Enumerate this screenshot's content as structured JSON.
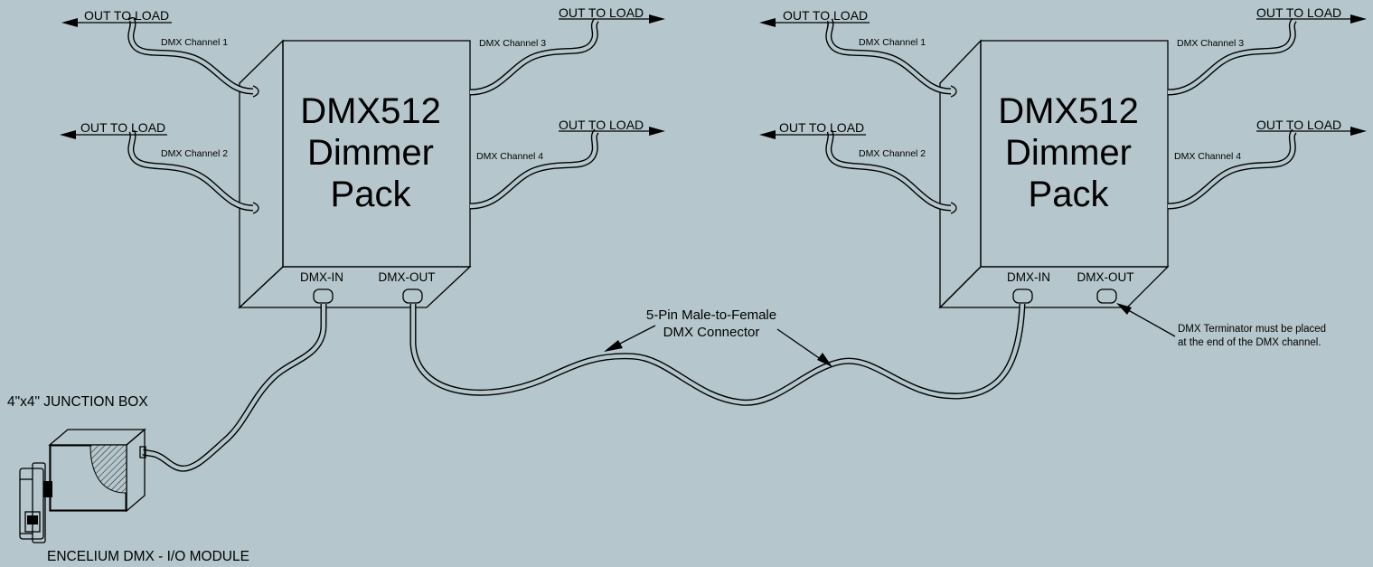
{
  "background": "#b5c7cc",
  "dimmer_packs": [
    {
      "title_line1": "DMX512",
      "title_line2": "Dimmer",
      "title_line3": "Pack",
      "port_in": "DMX-IN",
      "port_out": "DMX-OUT",
      "channels": [
        "DMX Channel 1",
        "DMX Channel 2",
        "DMX Channel 3",
        "DMX Channel 4"
      ],
      "load_labels": [
        "OUT TO LOAD",
        "OUT TO LOAD",
        "OUT TO LOAD",
        "OUT TO LOAD"
      ]
    },
    {
      "title_line1": "DMX512",
      "title_line2": "Dimmer",
      "title_line3": "Pack",
      "port_in": "DMX-IN",
      "port_out": "DMX-OUT",
      "channels": [
        "DMX Channel 1",
        "DMX Channel 2",
        "DMX Channel 3",
        "DMX Channel 4"
      ],
      "load_labels": [
        "OUT TO LOAD",
        "OUT TO LOAD",
        "OUT TO LOAD",
        "OUT TO LOAD"
      ]
    }
  ],
  "connector_label_line1": "5-Pin Male-to-Female",
  "connector_label_line2": "DMX Connector",
  "terminator_note_line1": "DMX Terminator must be placed",
  "terminator_note_line2": "at the end of the DMX channel.",
  "junction_box_label": "4\"x4\" JUNCTION BOX",
  "module_label": "ENCELIUM DMX - I/O MODULE"
}
